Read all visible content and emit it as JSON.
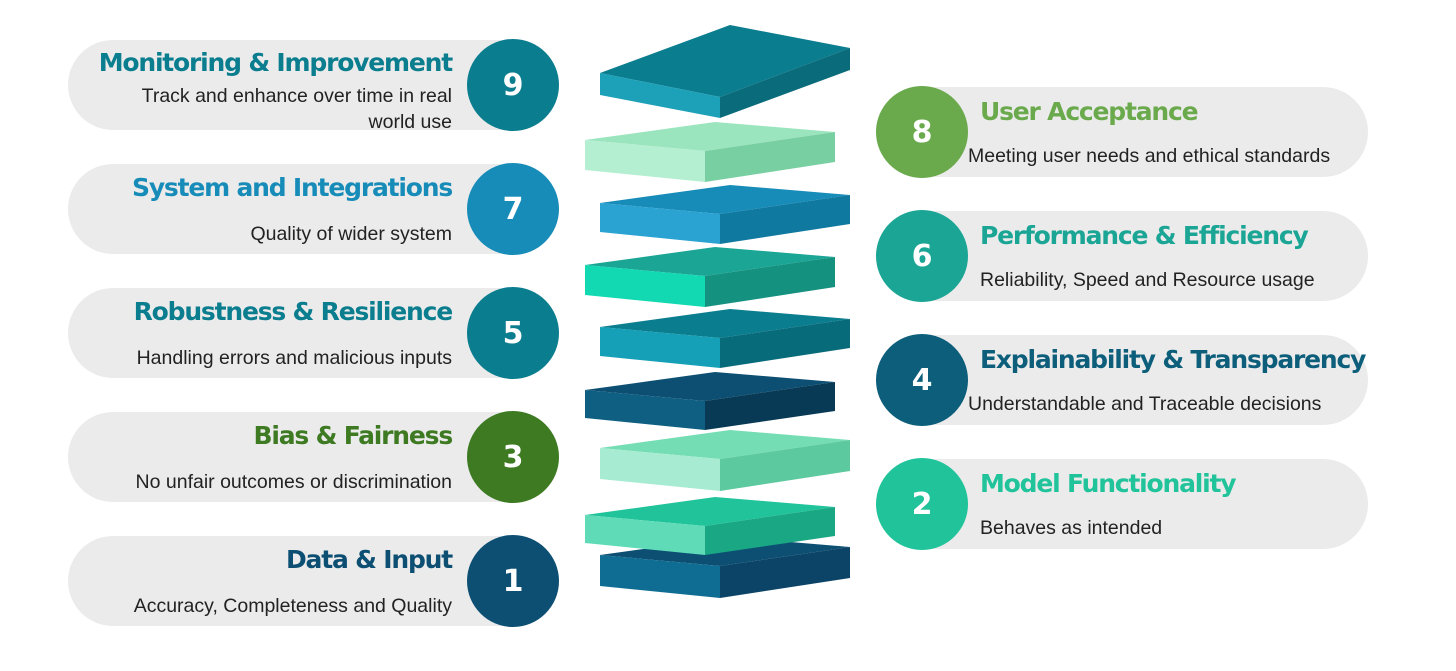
{
  "layers": [
    {
      "number": "9",
      "title": "Monitoring & Improvement",
      "description": "Track and enhance over time in real world use",
      "color": "#0a7d8e"
    },
    {
      "number": "8",
      "title": "User Acceptance",
      "description": "Meeting user needs and ethical standards",
      "color": "#6aaa4c"
    },
    {
      "number": "7",
      "title": "System and Integrations",
      "description": "Quality of wider system",
      "color": "#178cb8"
    },
    {
      "number": "6",
      "title": "Performance & Efficiency",
      "description": "Reliability, Speed and Resource usage",
      "color": "#1aa595"
    },
    {
      "number": "5",
      "title": "Robustness & Resilience",
      "description": "Handling errors and malicious inputs",
      "color": "#0a7d8e"
    },
    {
      "number": "4",
      "title": "Explainability & Transparency",
      "description": "Understandable and Traceable decisions",
      "color": "#0d5e7b"
    },
    {
      "number": "3",
      "title": "Bias & Fairness",
      "description": "No unfair outcomes or discrimination",
      "color": "#3d7a22"
    },
    {
      "number": "2",
      "title": "Model Functionality",
      "description": "Behaves as intended",
      "color": "#20c39a"
    },
    {
      "number": "1",
      "title": "Data & Input",
      "description": "Accuracy, Completeness and Quality",
      "color": "#0d4f73"
    }
  ]
}
